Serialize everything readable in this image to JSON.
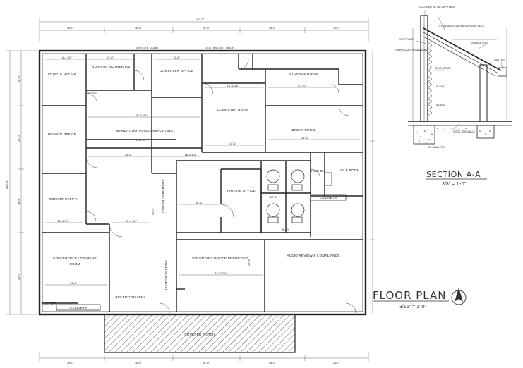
{
  "floor_plan": {
    "title": "FLOOR PLAN",
    "scale": "3/16\" = 1'-0\"",
    "rooms": {
      "private_office_1": "PRIVATE OFFICE",
      "nursing_mother": "NURSING MOTHER RM.",
      "computer_office": "COMPUTER OFFICE",
      "storage_room": "STORAGE ROOM",
      "private_office_2": "PRIVATE OFFICE",
      "mandatory_reporting": "MANDATORY POLICE REPORTING",
      "computer_room": "COMPUTER ROOM",
      "break_room": "BREAK ROOM",
      "file_room": "FILE ROOM",
      "private_office_3": "PRIVATE OFFICE",
      "private_office_4": "PRIVATE OFFICE",
      "copier_printers": "COPIER / PRINTERS",
      "visitor_seating": "VISITOR SEATING",
      "conference": "CONFERENCE / TRAINING",
      "conference_2": "ROOM",
      "voluntary_reporting": "VOLUNTARY POLICE REPORTING",
      "audio_review": "AUDIO REVIEW & COMPLIANCE",
      "reception": "RECEPTION AREA",
      "cabinets": "CABINETS",
      "cabinets_2": "CABINETS",
      "covered_porch": "COVERED PORCH",
      "closet": "CLOSET",
      "kitchen": "KITCHEN"
    },
    "notes": {
      "new_exit_door": "NEW EXIT DOOR",
      "existing_door": "EXISTING EXIT DOOR"
    },
    "dimensions": {
      "overall_top": "100'-0\"",
      "top_1": "16'-0\"",
      "top_2": "16'-0\"",
      "top_3": "16'-0\"",
      "top_4": "16'-0\"",
      "top_5": "10'-0\"",
      "bottom_1": "16'-0\"",
      "bottom_2": "16'-0\"",
      "bottom_3": "16'-0\"",
      "bottom_4": "16'-0\"",
      "bottom_5": "10'-0\"",
      "left_overall": "100'-0\"",
      "left_1": "18'-0\"",
      "left_2": "20'-0\"",
      "left_3": "18'-0\"",
      "left_4": "26'-0\"",
      "r1": "14'-4 3/4\"",
      "r2": "13'-6\"",
      "r3": "11'-4\"",
      "r4": "30'-8 5/8\"",
      "r5": "36'-6 1/2\"",
      "r6": "18'-4 3/4\"",
      "r7": "14'-1\"",
      "r8": "17'-10\"",
      "r9": "15'-8\"",
      "r10": "24'-6\"",
      "r11": "18'-5 1/4\"",
      "r12": "35'-6\"",
      "r13": "21'-4 3/4\"",
      "r14": "21'-4 3/4\"",
      "r15": "14'-4\"",
      "r16": "12'-5 3/4\"",
      "r17": "22'-6\"",
      "r18": "9'-10\"",
      "r19": "15'-0\"",
      "r20": "15'-8\""
    }
  },
  "section": {
    "title": "SECTION A-A",
    "scale": "3/8\" = 1'-0\"",
    "notes": [
      "COLORED METAL CAP FLASH",
      "STANDING SEAM METAL ROOF DECK",
      "2x6 RAFTERS",
      "1/2\" PLYWD",
      "FIBERGLASS INSULATION",
      "BLDG. WRAP",
      "GUTTER",
      "CONC. SIDEWALK",
      "12\" SLAB FTG.",
      "8\" CMU",
      "SIDING"
    ]
  }
}
